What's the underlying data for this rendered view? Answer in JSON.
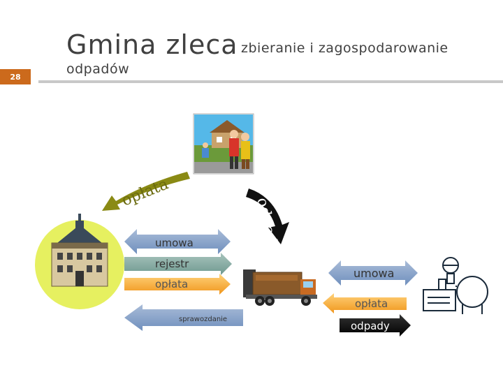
{
  "slide": {
    "number": "28",
    "title_main": "Gmina zleca",
    "title_sub": "zbieranie i zagospodarowanie",
    "title_sub_cont": "odpadów"
  },
  "arrows": {
    "oplata_curved": "opłata",
    "odpady_curved": "odpady",
    "umowa_left": "umowa",
    "rejestr": "rejestr",
    "oplata_left": "opłata",
    "sprawozdanie": "sprawozdanie",
    "umowa_right": "umowa",
    "oplata_right": "opłata",
    "odpady_right": "odpady"
  },
  "icons": {
    "residents": "residents-picture",
    "town_hall": "town-hall-picture",
    "garbage_truck": "garbage-truck-picture",
    "plant": "processing-plant-picture"
  },
  "colors": {
    "accent_orange": "#cc6a1c",
    "blue_arrow": "#8ea7c9",
    "teal_arrow": "#8fb0a8",
    "orange_arrow": "#f4a93a",
    "olive_arrow": "#8a8a14",
    "hall_yellow": "#e6f060"
  }
}
